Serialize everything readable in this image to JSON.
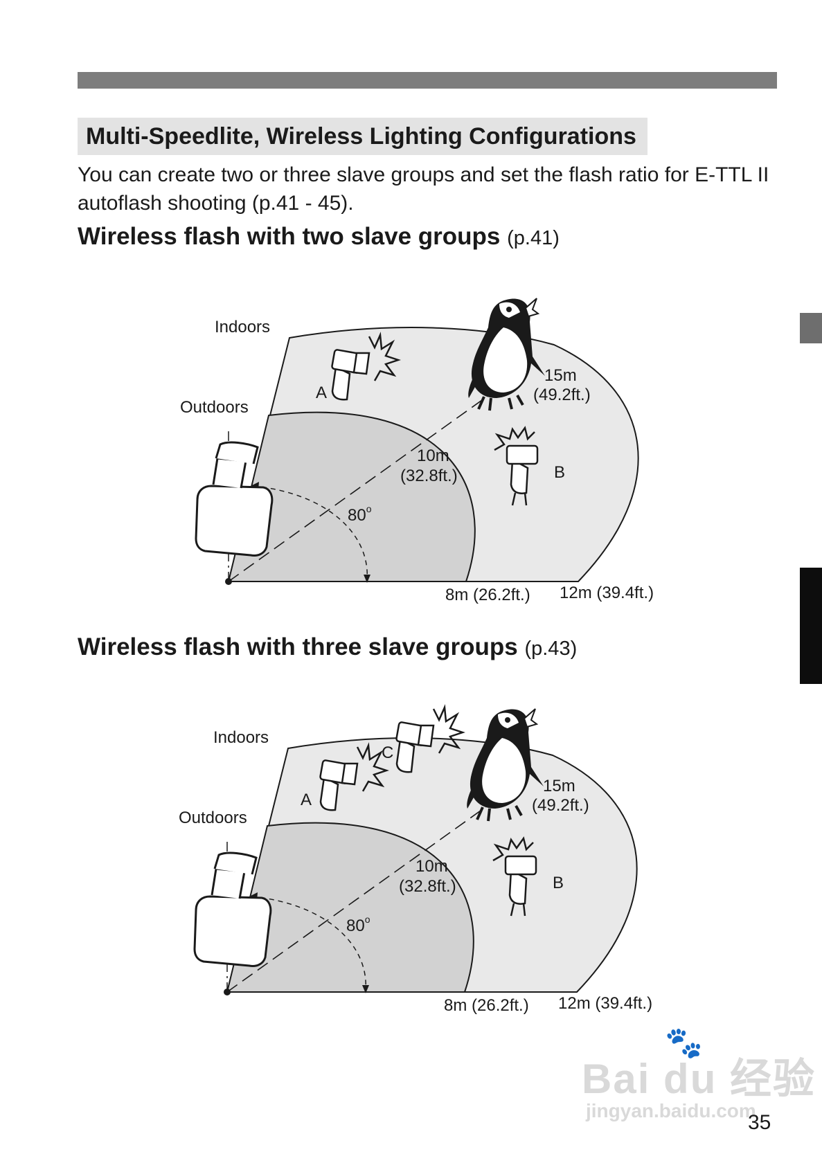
{
  "section": {
    "title": "Multi-Speedlite, Wireless Lighting Configurations",
    "intro": "You can create two or three slave groups and set the flash ratio for E-TTL II autoflash shooting (p.41 - 45)."
  },
  "diagrams": [
    {
      "heading": "Wireless flash with two slave groups",
      "ref": "(p.41)",
      "labels": {
        "indoors": "Indoors",
        "outdoors": "Outdoors",
        "angle": "80",
        "degree": "o",
        "dist_15m": "15m",
        "dist_15m_ft": "(49.2ft.)",
        "dist_10m": "10m",
        "dist_10m_ft": "(32.8ft.)",
        "dist_8m": "8m (26.2ft.)",
        "dist_12m": "12m (39.4ft.)"
      },
      "groups": [
        "A",
        "B"
      ]
    },
    {
      "heading": "Wireless flash with three slave groups",
      "ref": "(p.43)",
      "labels": {
        "indoors": "Indoors",
        "outdoors": "Outdoors",
        "angle": "80",
        "degree": "o",
        "dist_15m": "15m",
        "dist_15m_ft": "(49.2ft.)",
        "dist_10m": "10m",
        "dist_10m_ft": "(32.8ft.)",
        "dist_8m": "8m (26.2ft.)",
        "dist_12m": "12m (39.4ft.)"
      },
      "groups": [
        "A",
        "B",
        "C"
      ]
    }
  ],
  "watermark": {
    "main": "Bai du 经验",
    "sub": "jingyan.baidu.com"
  },
  "page_number": "35",
  "colors": {
    "indoor_fill": "#e9e9e9",
    "outdoor_fill": "#d2d2d2",
    "bar": "#7d7d7d",
    "tab_dark": "#0d0d0d"
  }
}
